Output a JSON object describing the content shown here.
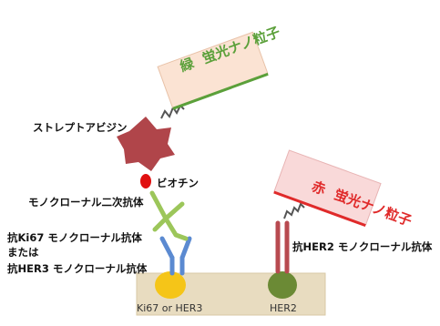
{
  "particles": {
    "green": {
      "label": "蛍光ナノ粒子",
      "mark": "緑",
      "color": "#5ba03a",
      "fill": "#fbe3d3"
    },
    "red": {
      "label": "蛍光ナノ粒子",
      "mark": "赤",
      "color": "#e02a2a",
      "fill": "#f9d9d9"
    }
  },
  "labels": {
    "streptavidin": "ストレプトアビジン",
    "biotin": "ビオチン",
    "secondary_antibody": "モノクローナル二次抗体",
    "primary_line1": "抗Ki67 モノクローナル抗体",
    "primary_line2": "または",
    "primary_line3": "抗HER3 モノクローナル抗体",
    "her2_antibody": "抗HER2 モノクローナル抗体",
    "antigen_left": "Ki67 or HER3",
    "antigen_right": "HER2"
  },
  "colors": {
    "streptavidin": "#b0454a",
    "biotin": "#e01010",
    "secondary_antibody": "#9cc65a",
    "primary_antibody": "#5b8ad1",
    "her2_antibody": "#b84a50",
    "antigen_left": "#f5c518",
    "antigen_right": "#6b8a35",
    "membrane": "#e8dcc0"
  }
}
